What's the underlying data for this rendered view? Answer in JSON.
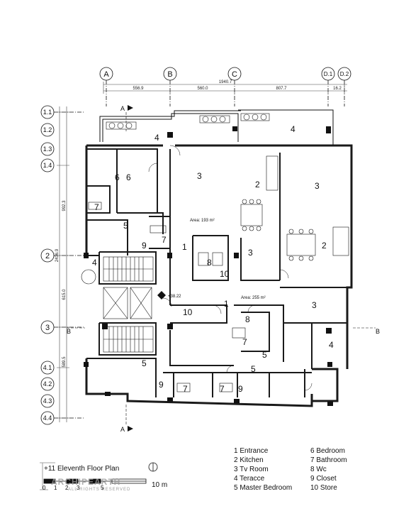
{
  "drawing": {
    "title": "+11  Eleventh Floor Plan",
    "watermark": "ARCHIPEARTH",
    "watermark_sub": "ALL RIGHTS RESERVED",
    "scale_ticks": [
      "0",
      "1",
      "2",
      "3",
      "5"
    ],
    "scale_end_label": "10 m"
  },
  "grid_columns": [
    {
      "label": "A"
    },
    {
      "label": "B"
    },
    {
      "label": "C"
    },
    {
      "label": "D.1"
    },
    {
      "label": "D.2"
    }
  ],
  "grid_rows": [
    {
      "label": "1.1"
    },
    {
      "label": "1.2"
    },
    {
      "label": "1.3"
    },
    {
      "label": "1.4"
    },
    {
      "label": "2"
    },
    {
      "label": "3"
    },
    {
      "label": "4.1"
    },
    {
      "label": "4.2"
    },
    {
      "label": "4.3"
    },
    {
      "label": "4.4"
    }
  ],
  "top_dimensions": {
    "overall": "1940.7",
    "segments": [
      "556.9",
      "560.0",
      "807.7",
      "16.2"
    ]
  },
  "left_dimensions": [
    "992.3",
    "2436.9",
    "615.0",
    "589.5"
  ],
  "section_marks": {
    "a": "A",
    "b": "B"
  },
  "areas": {
    "north_unit": "Area: 193 m²",
    "east_unit": "Area: 255 m²"
  },
  "level_mark": "+38.22",
  "room_numbers": {
    "r1": "1",
    "r2": "2",
    "r3": "3",
    "r4": "4",
    "r5": "5",
    "r6": "6",
    "r7": "7",
    "r8": "8",
    "r9": "9",
    "r10": "10"
  },
  "legend": [
    {
      "label": "1  Entrance"
    },
    {
      "label": "2  Kitchen"
    },
    {
      "label": "3  Tv Room"
    },
    {
      "label": "4  Teracce"
    },
    {
      "label": "5  Master Bedroom"
    },
    {
      "label": "6  Bedroom"
    },
    {
      "label": "7  Bathroom"
    },
    {
      "label": "8  Wc"
    },
    {
      "label": "9  Closet"
    },
    {
      "label": "10  Store"
    }
  ],
  "colors": {
    "line": "#111111",
    "wall": "#1a1a1a",
    "dim": "#444444",
    "watermark": "#9a9a9a"
  }
}
